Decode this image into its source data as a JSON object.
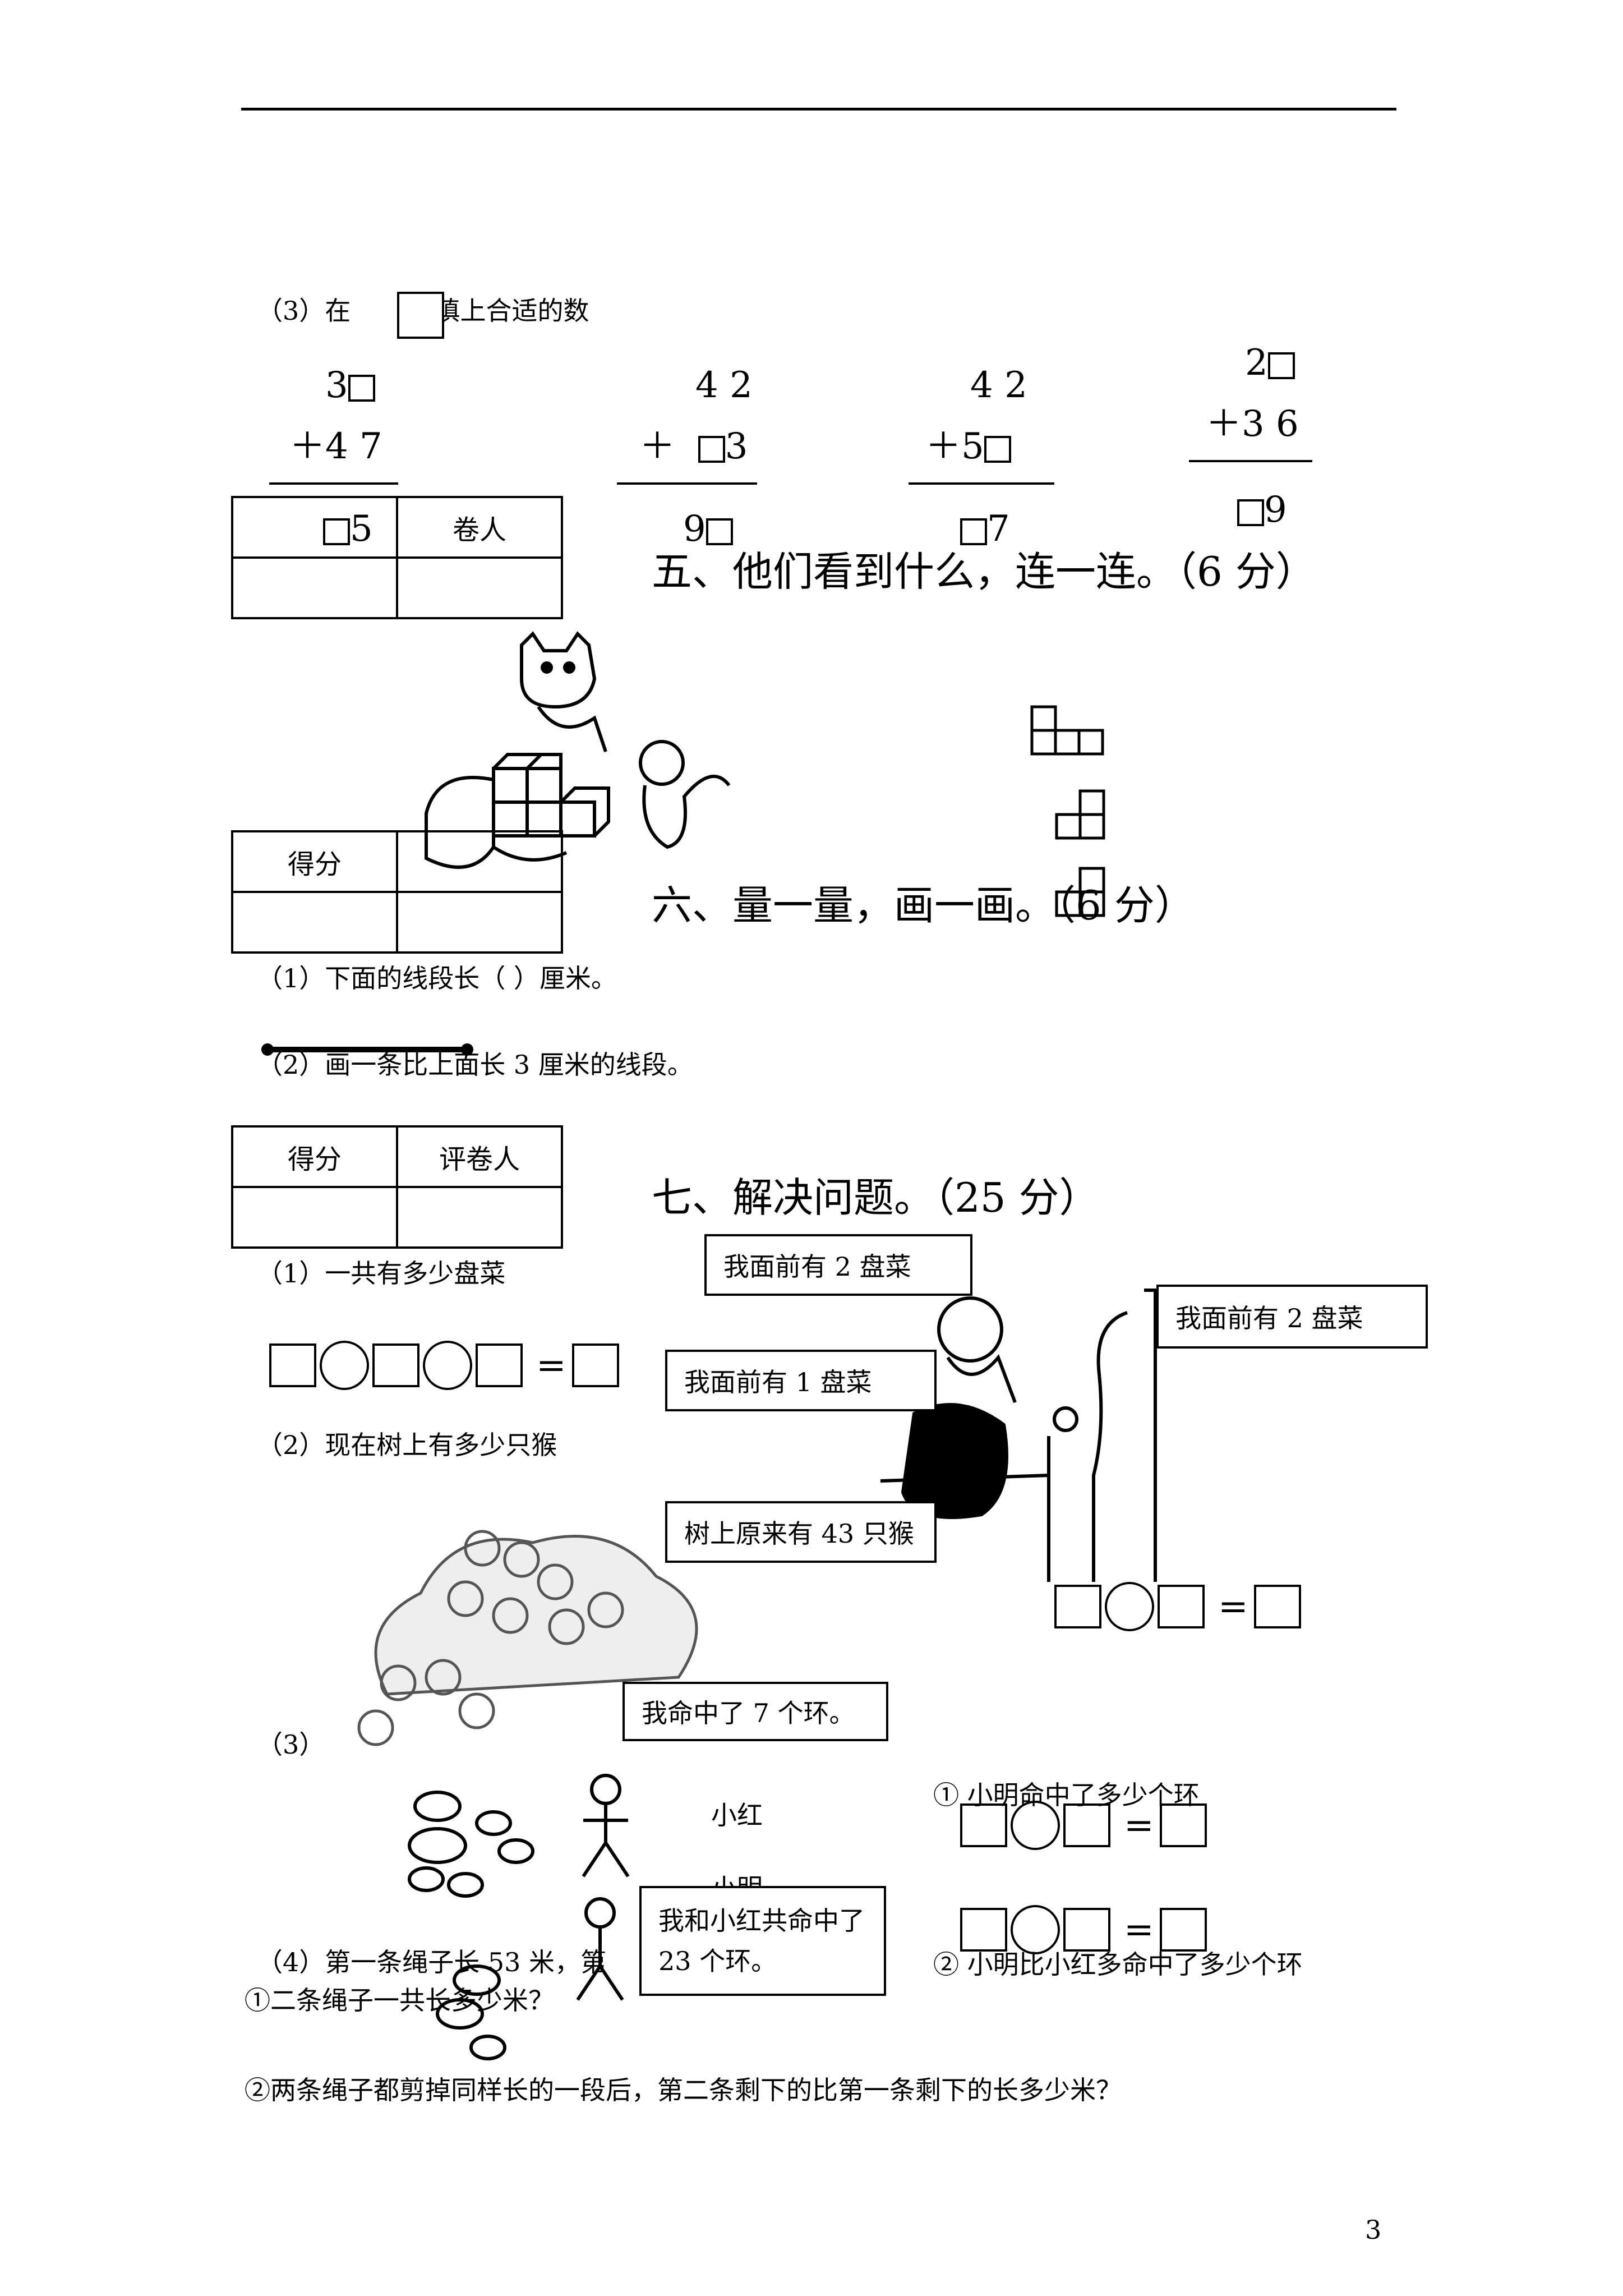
{
  "section3": {
    "intro_prefix": "（3）在",
    "intro_suffix": "填上合适的数",
    "problems": [
      {
        "top": "3",
        "add": "＋4 7",
        "result_suffix": "5"
      },
      {
        "top": "4 2",
        "add": "＋",
        "add_suffix": "3",
        "result": "9"
      },
      {
        "top": "4 2",
        "add": "＋5",
        "result_suffix": "7"
      },
      {
        "top": "2",
        "add": "＋3 6",
        "result_suffix": "9"
      }
    ]
  },
  "score_table": {
    "score_label": "得分",
    "grader_label": "评卷人",
    "grader_partial": "卷人"
  },
  "section5": {
    "title": "五、他们看到什么，连一连。（6 分）"
  },
  "section6": {
    "title": "六、量一量，画一画。（6 分）",
    "q1": "（1）下面的线段长（              ）厘米。",
    "q2": "（2）画一条比上面长 3 厘米的线段。"
  },
  "section7": {
    "title": "七、解决问题。（25 分）",
    "q1": "（1）一共有多少盘菜",
    "q2": "（2）现在树上有多少只猴",
    "q3": "（3）",
    "q4": "（4）第一条绳子长 53 米，第",
    "q4_sub1": "①二条绳子一共长多少米？",
    "q4_sub2": "②两条绳子都剪掉同样长的一段后，第二条剩下的比第一条剩下的长多少米？",
    "bubbles": {
      "kid_top": "我面前有 2 盘菜",
      "kid_right": "我面前有 2 盘菜",
      "kid_middle": "我面前有 1 盘菜",
      "monkeys": "树上原来有 43 只猴",
      "xiaohong": "我命中了 7 个环。",
      "xiaoming": "我和小红共命中了 23 个环。"
    },
    "name_xiaohong": "小红",
    "name_xiaoming": "小明",
    "ring_q1": "①  小明命中了多少个环",
    "ring_q2": "②  小明比小红多命中了多少个环"
  },
  "page_number": "3"
}
